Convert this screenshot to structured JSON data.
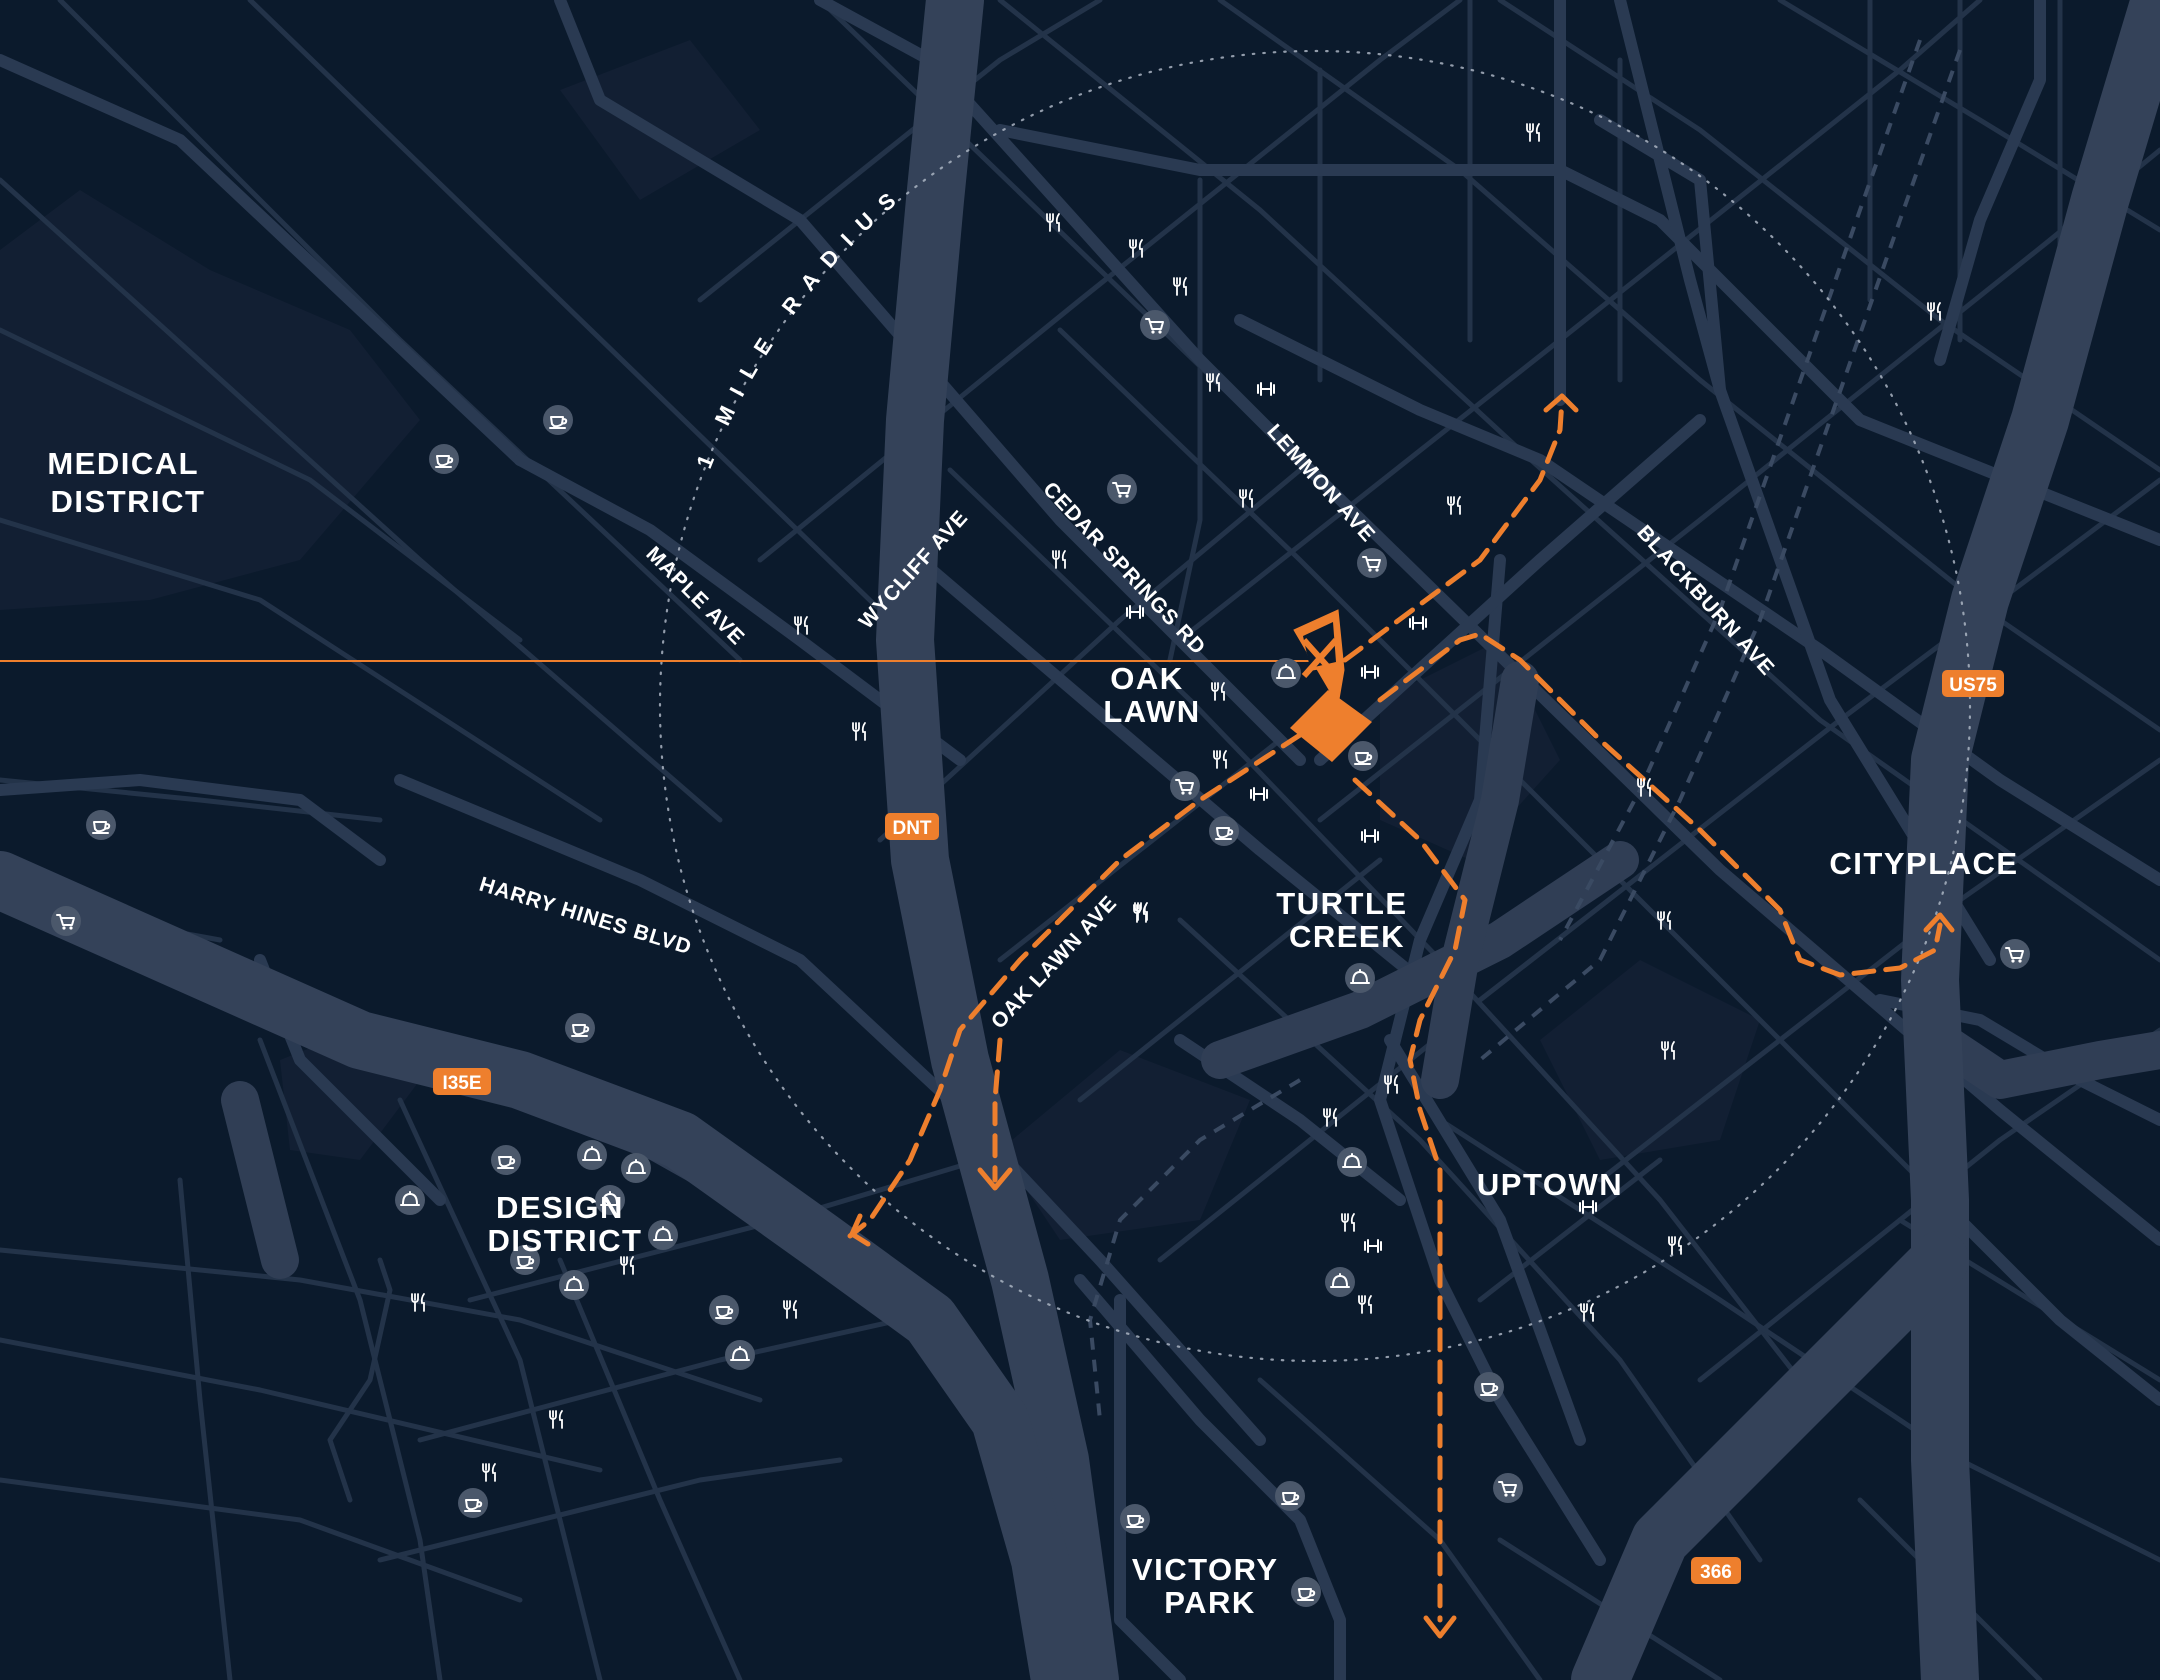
{
  "colors": {
    "background": "#0b1a2c",
    "accent": "#ee7f2d",
    "road": "#303e55",
    "label": "#ffffff"
  },
  "radius_label": "1 MILE RADIUS",
  "districts": {
    "medical": [
      "MEDICAL",
      "DISTRICT"
    ],
    "oak_lawn": [
      "OAK",
      "LAWN"
    ],
    "turtle_creek": [
      "TURTLE",
      "CREEK"
    ],
    "cityplace": [
      "CITYPLACE"
    ],
    "uptown": [
      "UPTOWN"
    ],
    "design": [
      "DESIGN",
      "DISTRICT"
    ],
    "victory_park": [
      "VICTORY",
      "PARK"
    ]
  },
  "streets": {
    "maple": "MAPLE AVE",
    "wycliff": "WYCLIFF AVE",
    "cedar_springs": "CEDAR SPRINGS RD",
    "lemmon": "LEMMON AVE",
    "blackburn": "BLACKBURN AVE",
    "harry_hines": "HARRY HINES BLVD",
    "oak_lawn_ave": "OAK LAWN AVE"
  },
  "shields": {
    "dnt": "DNT",
    "us75": "US75",
    "i35e": "I35E",
    "hwy366": "366"
  },
  "poi_icons": [
    "restaurant-icon",
    "coffee-icon",
    "grocery-cart-icon",
    "fitness-icon",
    "dining-cloche-icon"
  ]
}
